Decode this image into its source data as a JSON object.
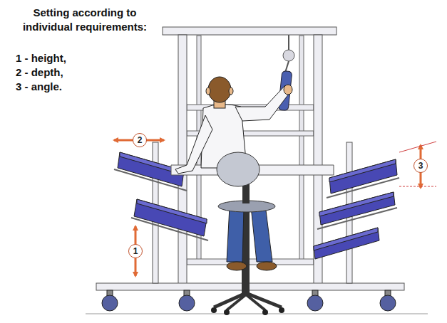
{
  "diagram": {
    "title": "Setting according to individual requirements:",
    "labels": [
      "1 - height,",
      "2 - depth,",
      "3 - angle.",
      "2",
      "3",
      "1"
    ]
  }
}
